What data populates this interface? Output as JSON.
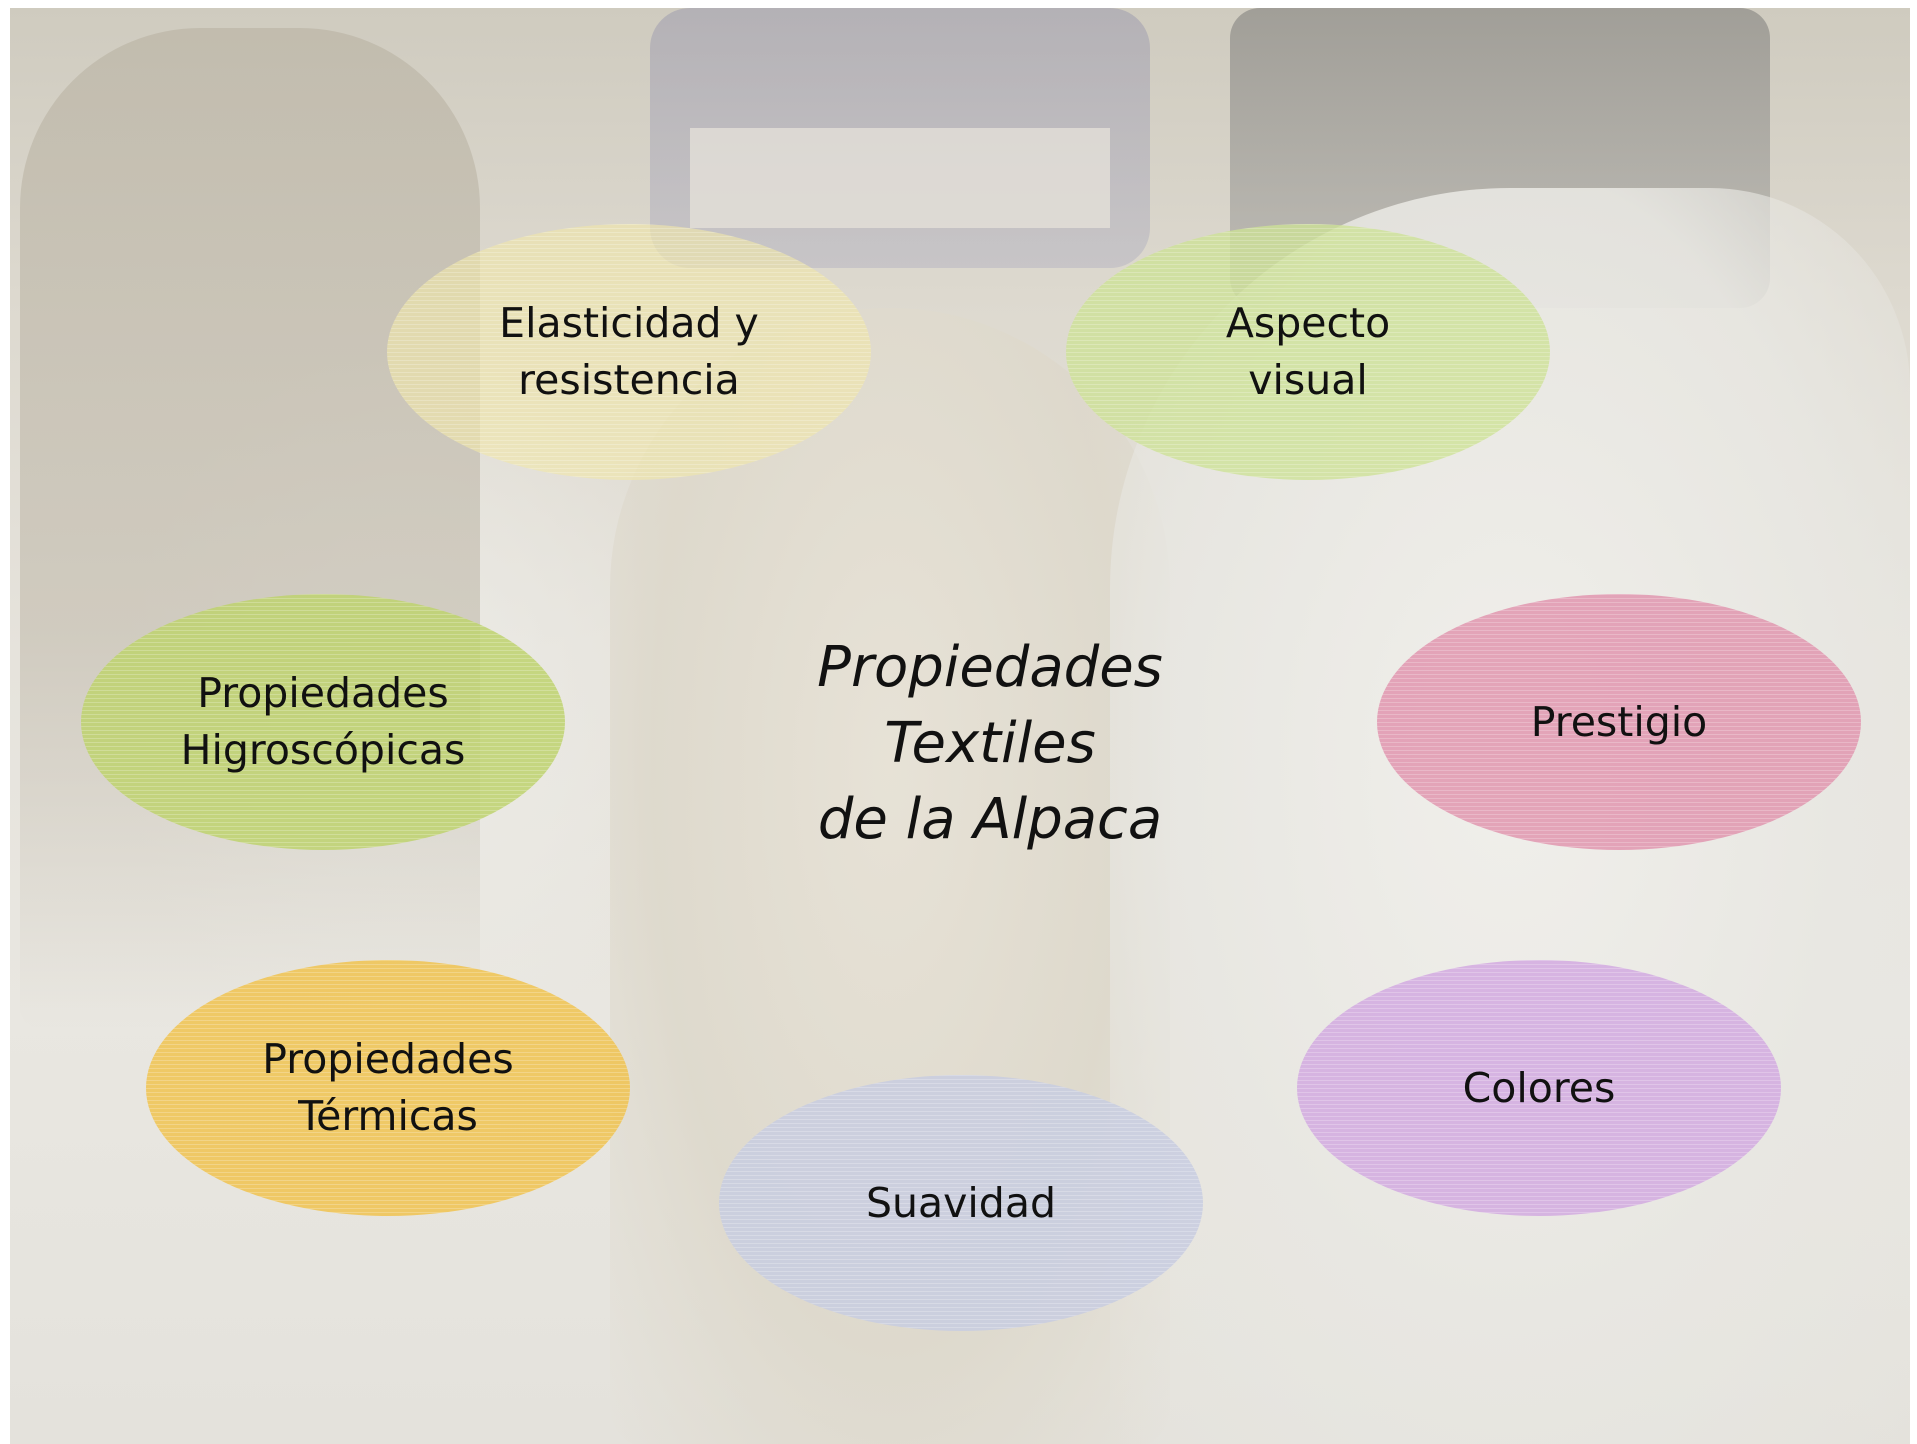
{
  "diagram": {
    "center": {
      "lines": [
        "Propiedades",
        "Textiles",
        "de la Alpaca"
      ]
    },
    "nodes": {
      "elasticidad": {
        "label": "Elasticidad y\nresistencia",
        "color": "#F0E6AA"
      },
      "aspecto": {
        "label": "Aspecto\nvisual",
        "color": "#CDE196"
      },
      "higroscopicas": {
        "label": "Propiedades\nHigroscópicas",
        "color": "#BED26E"
      },
      "prestigio": {
        "label": "Prestigio",
        "color": "#E196AF"
      },
      "termicas": {
        "label": "Propiedades\nTérmicas",
        "color": "#F0C350"
      },
      "suavidad": {
        "label": "Suavidad",
        "color": "#C8CDE1"
      },
      "colores": {
        "label": "Colores",
        "color": "#D2AAE1"
      }
    }
  }
}
